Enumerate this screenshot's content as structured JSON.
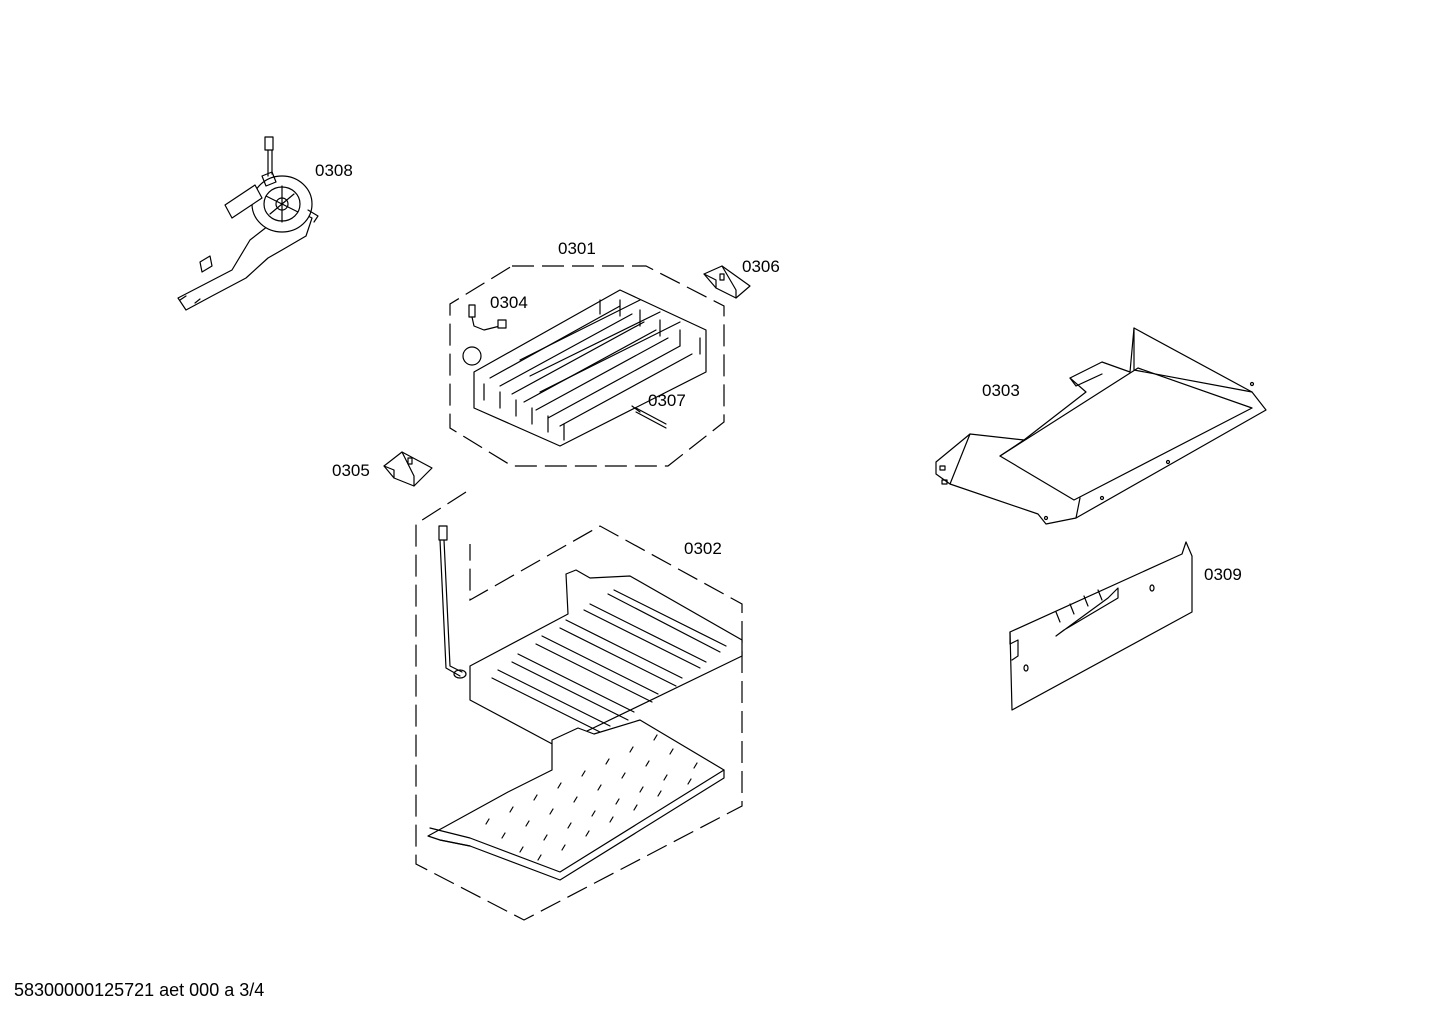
{
  "parts": [
    {
      "id": "0308",
      "label": "0308"
    },
    {
      "id": "0301",
      "label": "0301"
    },
    {
      "id": "0304",
      "label": "0304"
    },
    {
      "id": "0306",
      "label": "0306"
    },
    {
      "id": "0307",
      "label": "0307"
    },
    {
      "id": "0305",
      "label": "0305"
    },
    {
      "id": "0302",
      "label": "0302"
    },
    {
      "id": "0303",
      "label": "0303"
    },
    {
      "id": "0309",
      "label": "0309"
    }
  ],
  "footer": "58300000125721 aet 000 a 3/4"
}
